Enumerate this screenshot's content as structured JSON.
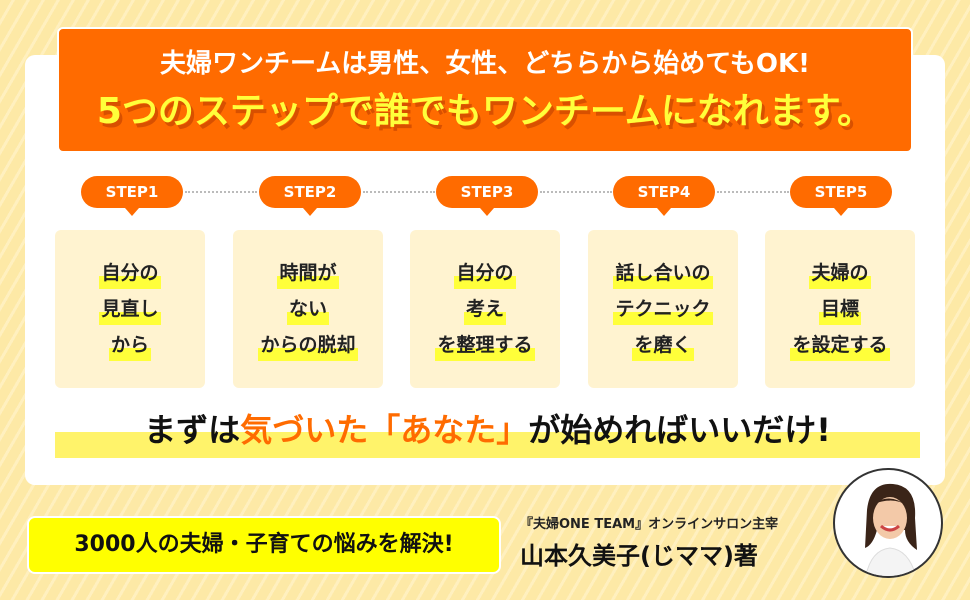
{
  "header": {
    "line1": "夫婦ワンチームは男性、女性、どちらから始めてもOK!",
    "line2": "5つのステップで誰でもワンチームになれます。"
  },
  "steps": [
    {
      "label": "STEP1",
      "lines": [
        "自分の",
        "見直し",
        "から"
      ]
    },
    {
      "label": "STEP2",
      "lines": [
        "時間が",
        "ない",
        "からの脱却"
      ]
    },
    {
      "label": "STEP3",
      "lines": [
        "自分の",
        "考え",
        "を整理する"
      ]
    },
    {
      "label": "STEP4",
      "lines": [
        "話し合いの",
        "テクニック",
        "を磨く"
      ]
    },
    {
      "label": "STEP5",
      "lines": [
        "夫婦の",
        "目標",
        "を設定する"
      ]
    }
  ],
  "tagline": {
    "a": "まずは",
    "b": "気づいた「あなた」",
    "c": "が始めればいいだけ!"
  },
  "badge": "3000人の夫婦・子育ての悩みを解決!",
  "author": {
    "subtitle": "『夫婦ONE TEAM』オンラインサロン主宰",
    "name": "山本久美子(じママ)著"
  },
  "colors": {
    "orange": "#ff6b00",
    "yellow": "#ffff00",
    "cream": "#fff3d0"
  }
}
